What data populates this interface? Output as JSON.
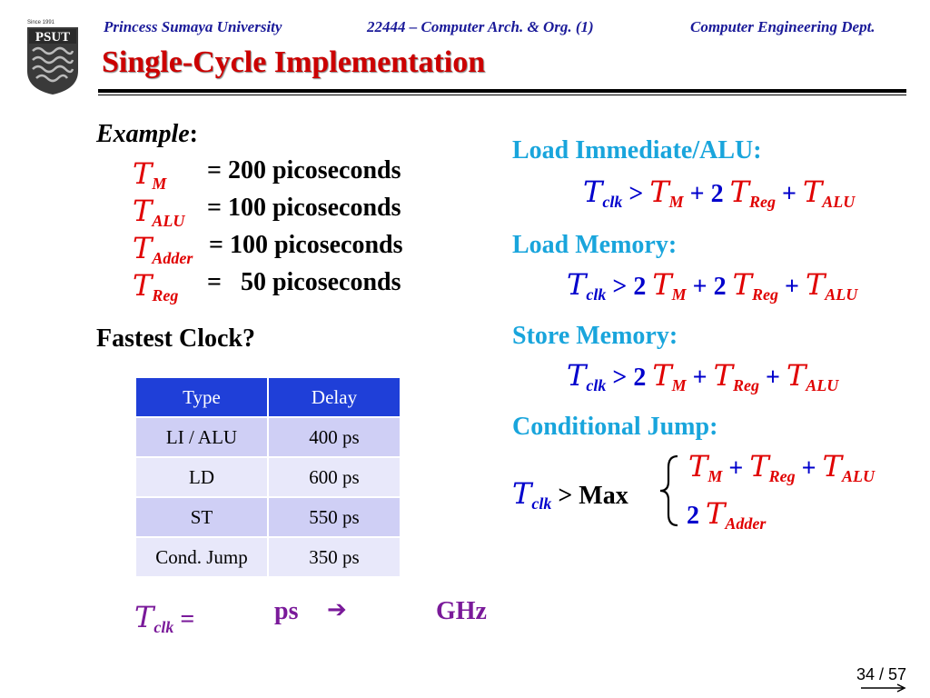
{
  "header": {
    "logo_text": "PSUT",
    "logo_since": "Since 1991",
    "university": "Princess Sumaya University",
    "course": "22444 – Computer Arch. & Org. (1)",
    "dept": "Computer Engineering Dept.",
    "title": "Single-Cycle Implementation"
  },
  "left": {
    "example_label": "Example",
    "example_colon": ":",
    "T": "T",
    "rows": [
      {
        "sub": "M",
        "value": "= 200 picoseconds"
      },
      {
        "sub": "ALU",
        "value": "= 100 picoseconds"
      },
      {
        "sub": "Adder",
        "value": "= 100 picoseconds"
      },
      {
        "sub": "Reg",
        "value": "=   50 picoseconds"
      }
    ],
    "question": "Fastest Clock?"
  },
  "table": {
    "headers": [
      "Type",
      "Delay"
    ],
    "rows": [
      [
        "LI / ALU",
        "400 ps"
      ],
      [
        "LD",
        "600 ps"
      ],
      [
        "ST",
        "550 ps"
      ],
      [
        "Cond. Jump",
        "350 ps"
      ]
    ]
  },
  "bottom": {
    "tclk_sub": "clk",
    "equals": "=",
    "ps": "ps",
    "arrow": "➔",
    "ghz": "GHz"
  },
  "right": {
    "h1": "Load Immediate/ALU:",
    "h2": "Load Memory:",
    "h3": "Store Memory:",
    "h4": "Conditional Jump:",
    "gt": ">",
    "plus": "+",
    "two": "2",
    "max": "> Max",
    "subs": {
      "clk": "clk",
      "M": "M",
      "Reg": "Reg",
      "ALU": "ALU",
      "Adder": "Adder"
    }
  },
  "page": {
    "number": "34 / 57"
  },
  "colors": {
    "title": "#cc0000",
    "heading": "#19a5dc",
    "symbol": "#0000cc",
    "term": "#e00000",
    "table_header": "#1f3fd8",
    "bottom": "#7a1a9a"
  }
}
